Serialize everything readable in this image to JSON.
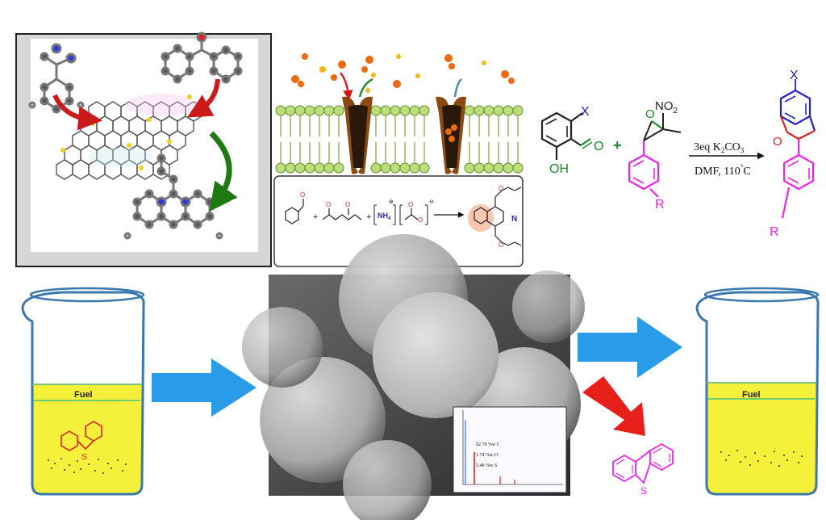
{
  "colors": {
    "membrane": "#b9e07a",
    "channel": "#7a3a10",
    "arrow_blue": "#2a9be8",
    "arrow_red": "#e8201c",
    "fuel": "#f5f03a",
    "blue_mol": "#2222cc",
    "pink_mol": "#ee22ee",
    "red_atom": "#dd2222",
    "green_arrow": "#1f7a12"
  },
  "reaction": {
    "substituent_x": "X",
    "oh": "OH",
    "carbonyl_o": "O",
    "plus": "+",
    "epoxide_o": "O",
    "no2": "NO",
    "no2_sub": "2",
    "r_group": "R",
    "reagent_main": "3eq K",
    "reagent_k_sub": "2",
    "reagent_co": "CO",
    "reagent_co_sub": "3",
    "conditions_pre": "DMF, 110",
    "conditions_deg": "°",
    "conditions_post": "C",
    "product_x": "X",
    "product_o": "O",
    "product_r": "R"
  },
  "hantzsch": {
    "plus1": "+",
    "plus2": "+",
    "nh4": "NH",
    "nh4_sub": "4",
    "charge_plus": "⊕",
    "charge_minus": "⊖",
    "o_label": "O",
    "n_label": "N"
  },
  "beakers": {
    "left_label": "Fuel",
    "right_label": "Fuel",
    "sulfur": "S"
  },
  "eds": {
    "lines": [
      "92.78 %w C",
      "1.74  %w O",
      "5.48  %w S"
    ]
  },
  "dbt": {
    "sulfur": "S"
  }
}
